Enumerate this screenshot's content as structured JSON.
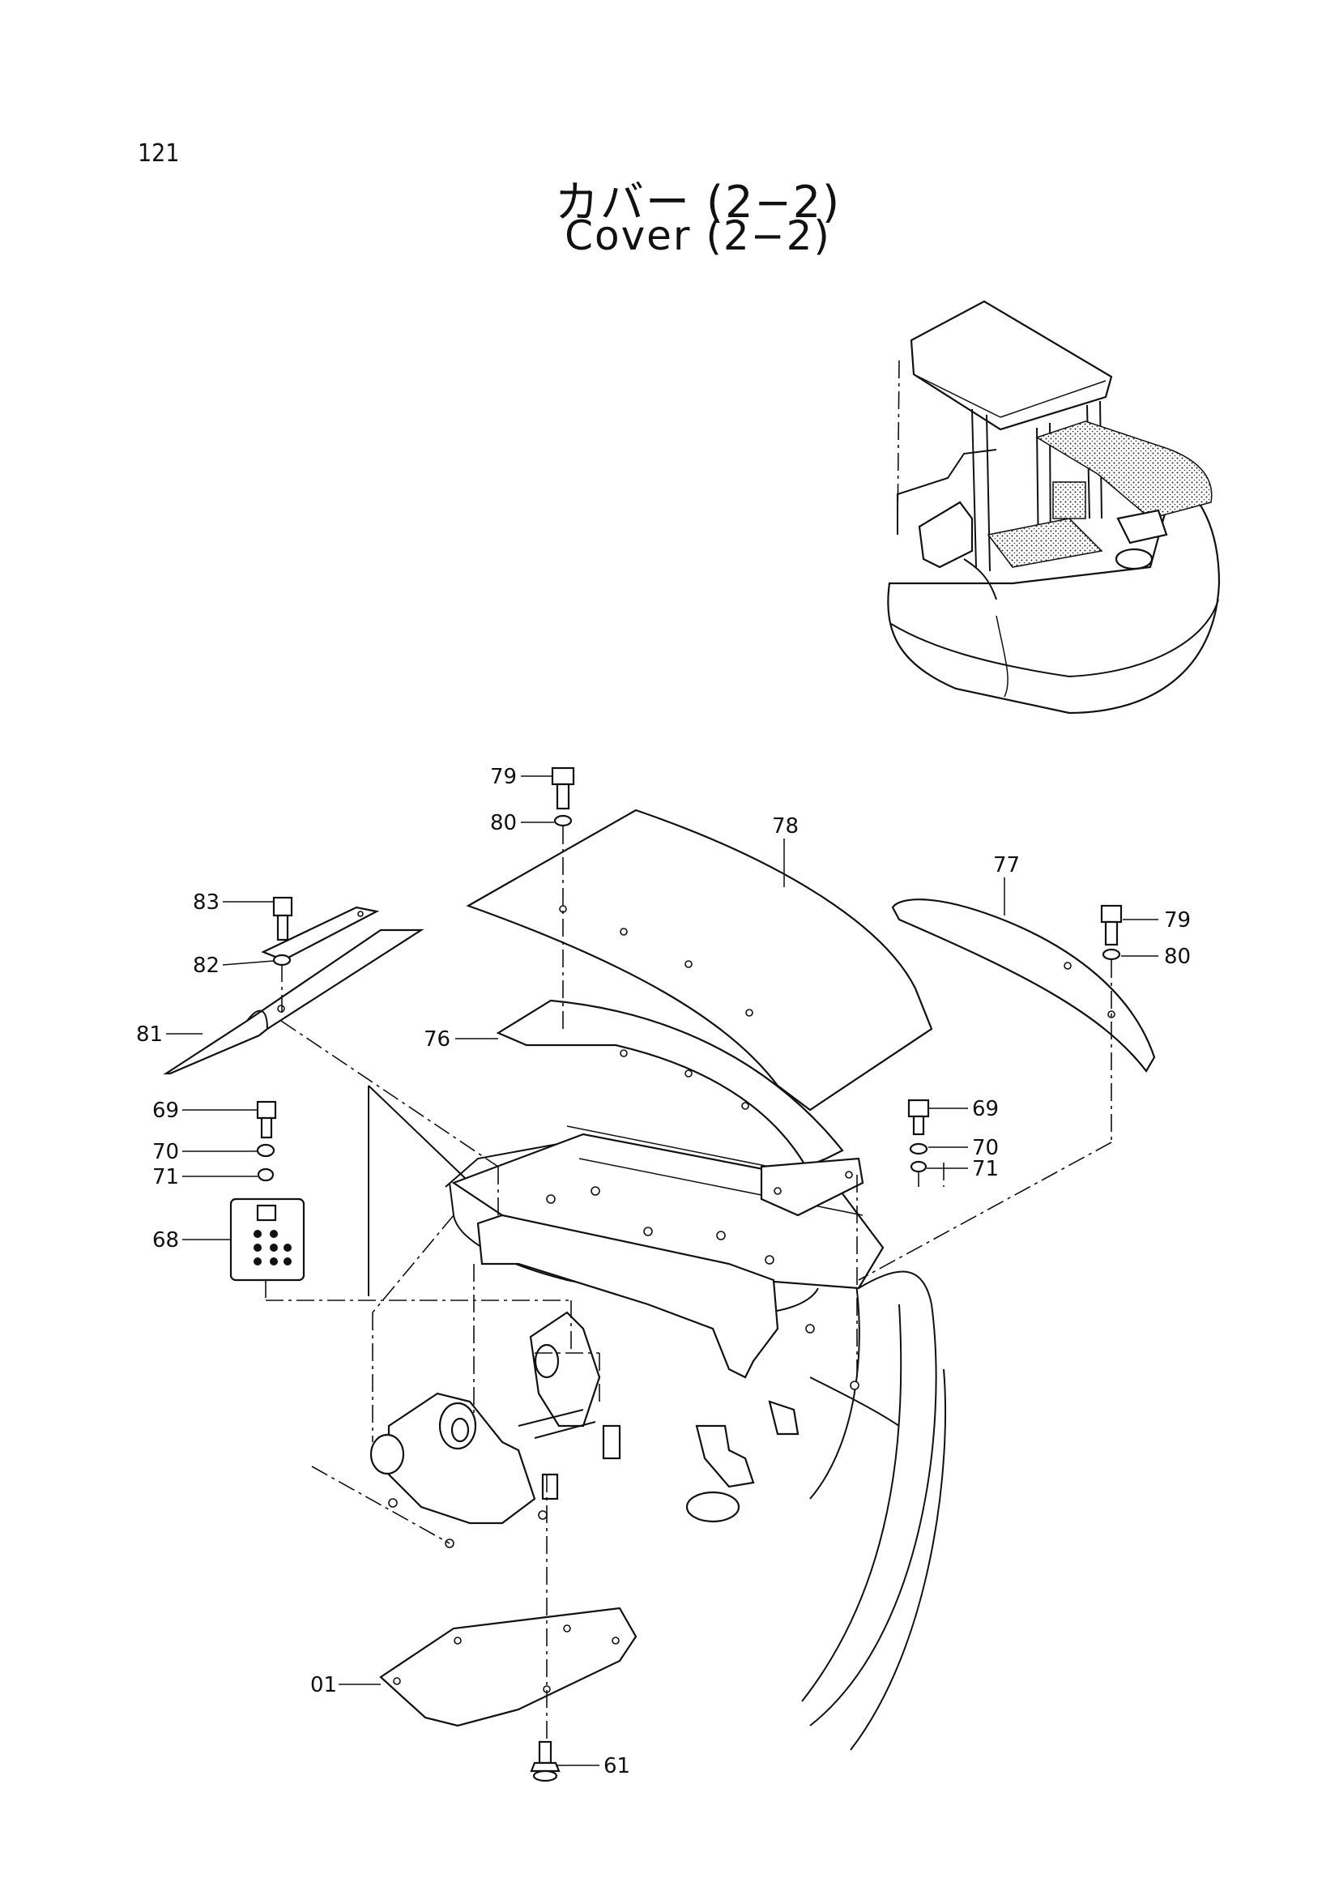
{
  "page_number": "121",
  "title_ja": "カバー (2−2)",
  "title_en": "Cover (2−2)",
  "callouts": [
    {
      "id": "c79a",
      "label": "79"
    },
    {
      "id": "c80a",
      "label": "80"
    },
    {
      "id": "c78",
      "label": "78"
    },
    {
      "id": "c77",
      "label": "77"
    },
    {
      "id": "c79b",
      "label": "79"
    },
    {
      "id": "c80b",
      "label": "80"
    },
    {
      "id": "c83",
      "label": "83"
    },
    {
      "id": "c82",
      "label": "82"
    },
    {
      "id": "c81",
      "label": "81"
    },
    {
      "id": "c76",
      "label": "76"
    },
    {
      "id": "c69a",
      "label": "69"
    },
    {
      "id": "c70a",
      "label": "70"
    },
    {
      "id": "c71a",
      "label": "71"
    },
    {
      "id": "c68",
      "label": "68"
    },
    {
      "id": "c69b",
      "label": "69"
    },
    {
      "id": "c70b",
      "label": "70"
    },
    {
      "id": "c71b",
      "label": "71"
    },
    {
      "id": "c01",
      "label": "01"
    },
    {
      "id": "c61",
      "label": "61"
    }
  ]
}
